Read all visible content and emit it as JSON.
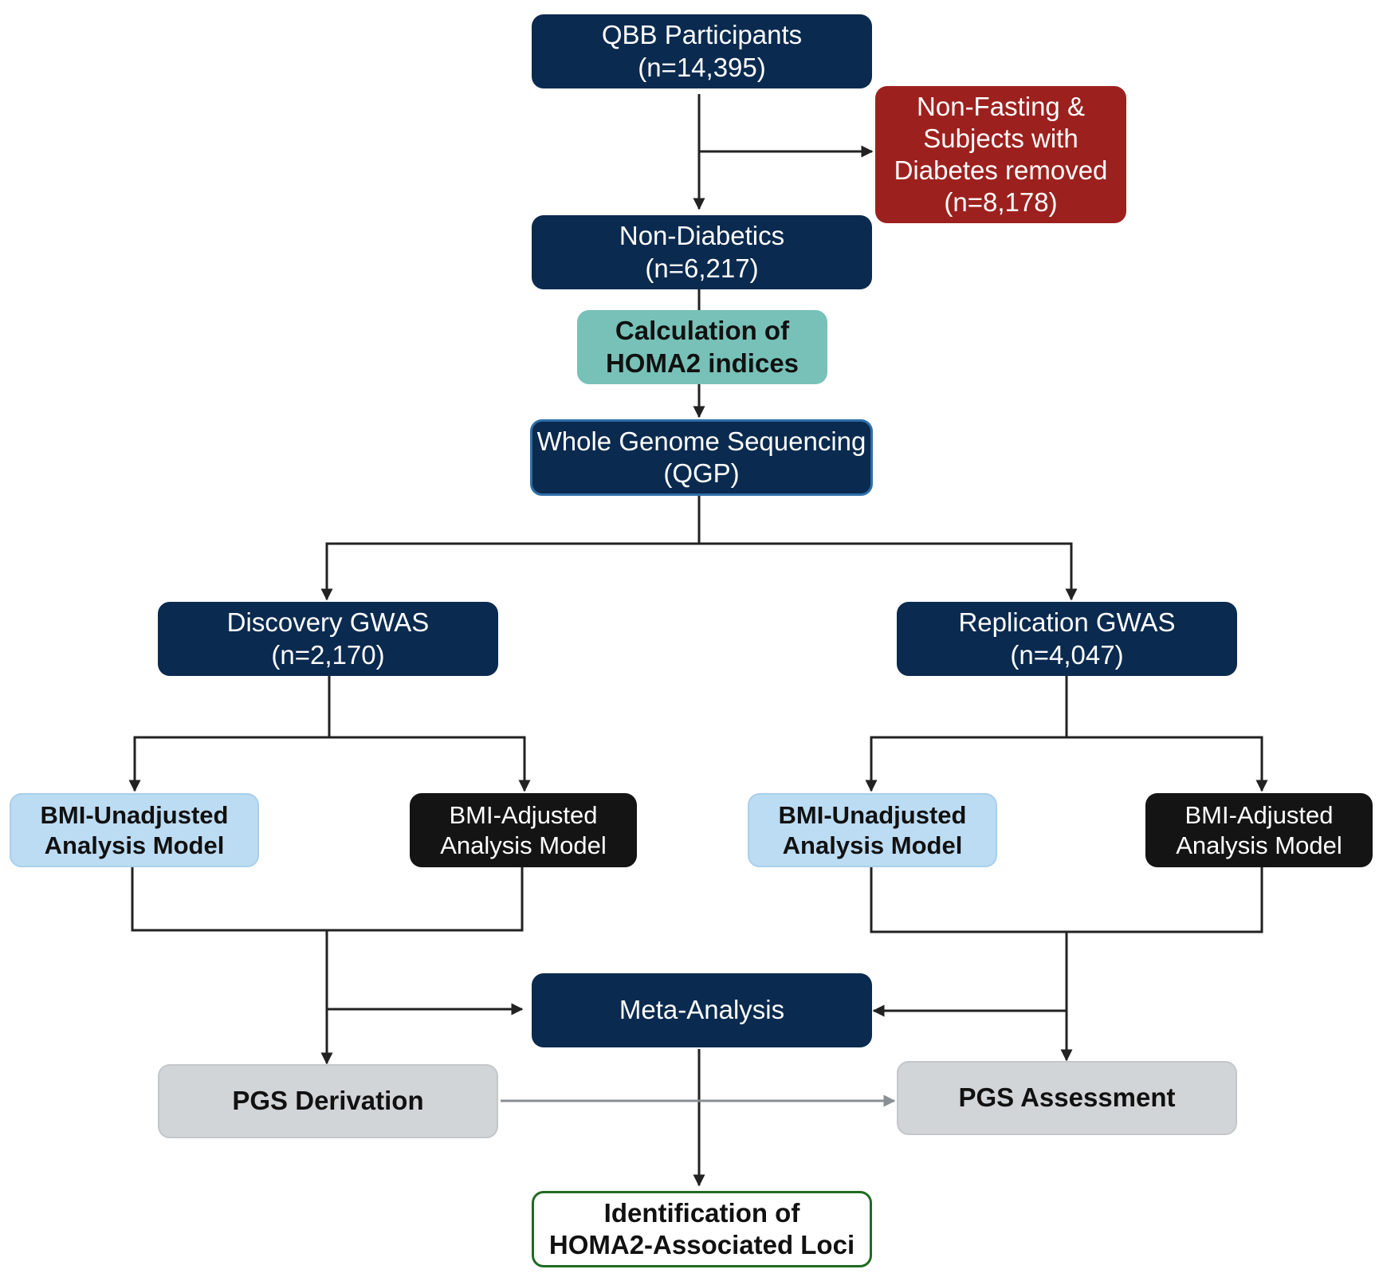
{
  "nodes": {
    "qbb": {
      "line1": "QBB Participants",
      "line2": "(n=14,395)"
    },
    "excluded": {
      "line1": "Non-Fasting &",
      "line2": "Subjects with",
      "line3": "Diabetes removed",
      "line4": "(n=8,178)"
    },
    "nondiab": {
      "line1": "Non-Diabetics",
      "line2": "(n=6,217)"
    },
    "homa": {
      "line1": "Calculation of",
      "line2": "HOMA2 indices"
    },
    "wgs": {
      "line1": "Whole Genome Sequencing",
      "line2": "(QGP)"
    },
    "discovery": {
      "line1": "Discovery GWAS",
      "line2": "(n=2,170)"
    },
    "replication": {
      "line1": "Replication GWAS",
      "line2": "(n=4,047)"
    },
    "disc_unadj": {
      "line1": "BMI-Unadjusted",
      "line2": "Analysis Model"
    },
    "disc_adj": {
      "line1": "BMI-Adjusted",
      "line2": "Analysis Model"
    },
    "rep_unadj": {
      "line1": "BMI-Unadjusted",
      "line2": "Analysis Model"
    },
    "rep_adj": {
      "line1": "BMI-Adjusted",
      "line2": "Analysis Model"
    },
    "meta": {
      "line1": "Meta-Analysis"
    },
    "pgs_deriv": {
      "line1": "PGS Derivation"
    },
    "pgs_assess": {
      "line1": "PGS Assessment"
    },
    "loci": {
      "line1": "Identification of",
      "line2": "HOMA2-Associated Loci"
    }
  },
  "colors": {
    "navy": "#0b2a4f",
    "red": "#9c211e",
    "teal": "#78c1b8",
    "light_blue": "#bcdcf3",
    "black": "#141414",
    "grey": "#d2d5d8",
    "green_border": "#1e6b22",
    "connector": "#222222",
    "grey_connector": "#8a8f94"
  }
}
